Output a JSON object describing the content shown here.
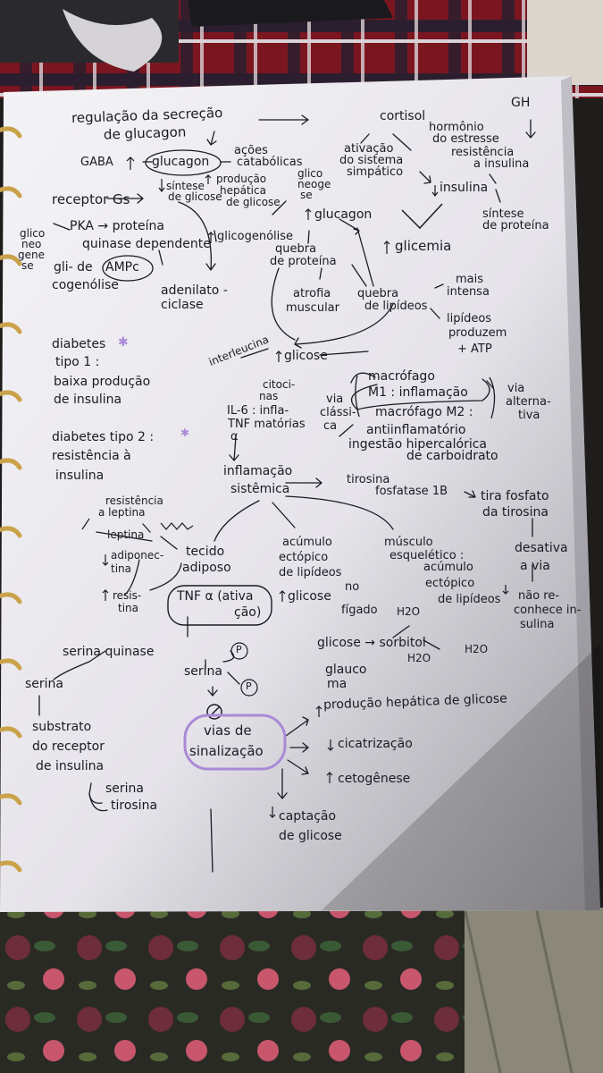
{
  "notes": {
    "header_title": "regulação da secreção",
    "header_title2": "de glucagon",
    "cortisol": "cortisol",
    "gh": "GH",
    "hormonio": "hormônio",
    "do_estresse": "do estresse",
    "resistencia_insulina_a": "resistência",
    "resistencia_insulina_b": "a insulina",
    "gaba": "GABA",
    "glucagon_circle": "glucagon",
    "acoes": "ações",
    "catabolicas": "catabólicas",
    "ativacao": "ativação",
    "do_sistema": "do sistema",
    "simpatico": "simpático",
    "sintese_glicose_a": "síntese",
    "sintese_glicose_b": "de glicose",
    "producao_hepatica_a": "produção",
    "producao_hepatica_b": "hepática",
    "producao_hepatica_c": "de glicose",
    "glico_neo_a": "glico",
    "glico_neo_b": "neoge",
    "glico_neo_c": "se",
    "insulina_down": "insulina",
    "sintese_proteina_a": "síntese",
    "sintese_proteina_b": "de proteína",
    "receptor_gs": "receptor Gs",
    "glucagon_up": "glucagon",
    "glicogenolise": "glicogenólise",
    "glico_neo_gene": "glico",
    "neo": "neo",
    "gene": "gene",
    "se": "se",
    "pka": "PKA → proteína",
    "quinase_dep": "quinase dependente",
    "gli_de": "gli- de",
    "ampc": "AMPc",
    "cogenolise": "cogenólise",
    "adenilato_a": "adenilato -",
    "adenilato_b": "ciclase",
    "quebra_proteina_a": "quebra",
    "quebra_proteina_b": "de proteína",
    "glicemia": "glicemia",
    "atrofia_a": "atrofia",
    "atrofia_b": "muscular",
    "quebra_lip_a": "quebra",
    "quebra_lip_b": "de lipídeos",
    "mais_intensa_a": "mais",
    "mais_intensa_b": "intensa",
    "lip_produzem_a": "lipídeos",
    "lip_produzem_b": "produzem",
    "lip_produzem_c": "+ ATP",
    "diabetes1_a": "diabetes",
    "diabetes1_b": "tipo 1 :",
    "diabetes1_c": "baixa produção",
    "diabetes1_d": "de insulina",
    "interleucina": "interleucina",
    "glicose_up": "glicose",
    "citocinas_a": "citoci-",
    "citocinas_b": "nas",
    "il6": "IL-6 : infla-",
    "tnf": "TNF   matórias",
    "alpha": "α",
    "via_classica_a": "via",
    "via_classica_b": "clássi-",
    "via_classica_c": "ca",
    "macrofago1": "macrófago",
    "m1": "M1 : inflamação",
    "macrofago2": "macrófago M2 :",
    "antiinflam": "antiinflamatório",
    "via_alt_a": "via",
    "via_alt_b": "alterna-",
    "via_alt_c": "tiva",
    "diabetes2_a": "diabetes tipo 2 :",
    "diabetes2_b": "resistência à",
    "diabetes2_c": "insulina",
    "ingestao_a": "ingestão hipercalórica",
    "ingestao_b": "de carboidrato",
    "inflamacao_a": "inflamação",
    "inflamacao_b": "sistêmica",
    "tirosina_fosf": "tirosina",
    "fosfatase": "fosfatase  1B",
    "tira_fosfato_a": "tira fosfato",
    "tira_fosfato_b": "da tirosina",
    "resist_leptina_a": "resistência",
    "resist_leptina_b": "a leptina",
    "leptina": "leptina",
    "tecido_a": "tecido",
    "tecido_b": "adiposo",
    "adiponectina_a": "adiponec-",
    "adiponectina_b": "tina",
    "resistina_a": "resis-",
    "resistina_b": "tina",
    "tnf_box_a": "TNF α  (ativa",
    "tnf_box_b": "ção)",
    "acumulo_a": "acúmulo",
    "acumulo_b": "ectópico",
    "acumulo_c": "de lipídeos",
    "glicose_no": "glicose",
    "no_figado_a": "no",
    "no_figado_b": "fígado",
    "musculo_a": "músculo",
    "musculo_b": "esquelético :",
    "musculo_c": "acúmulo",
    "musculo_d": "ectópico",
    "musculo_e": "de lipídeos",
    "desativa_a": "desativa",
    "desativa_b": "a via",
    "nao_reconhece_a": "não re-",
    "nao_reconhece_b": "conhece in-",
    "nao_reconhece_c": "sulina",
    "h2o_1": "H2O",
    "serina_quinase": "serina quinase",
    "p1": "P",
    "p2": "P",
    "serina_1": "serina",
    "serina_2": "serina",
    "glicose_sorbitol": "glicose → sorbitol",
    "h2o_2": "H2O",
    "h2o_3": "H2O",
    "glaucoma_a": "glauco",
    "glaucoma_b": "ma",
    "substrato_a": "substrato",
    "substrato_b": "do receptor",
    "substrato_c": "de insulina",
    "serina_3": "serina",
    "tirosina_3": "tirosina",
    "vias_a": "vias de",
    "vias_b": "sinalização",
    "producao_hep_glicose": "produção hepática de glicose",
    "cicatrizacao": "cicatrização",
    "cetogenese": "cetogênese",
    "captacao_a": "captação",
    "captacao_b": "de glicose"
  },
  "colors": {
    "ink": "#1b1a22",
    "paper": "#ecebef",
    "highlight_purple": "#a98ad6"
  }
}
